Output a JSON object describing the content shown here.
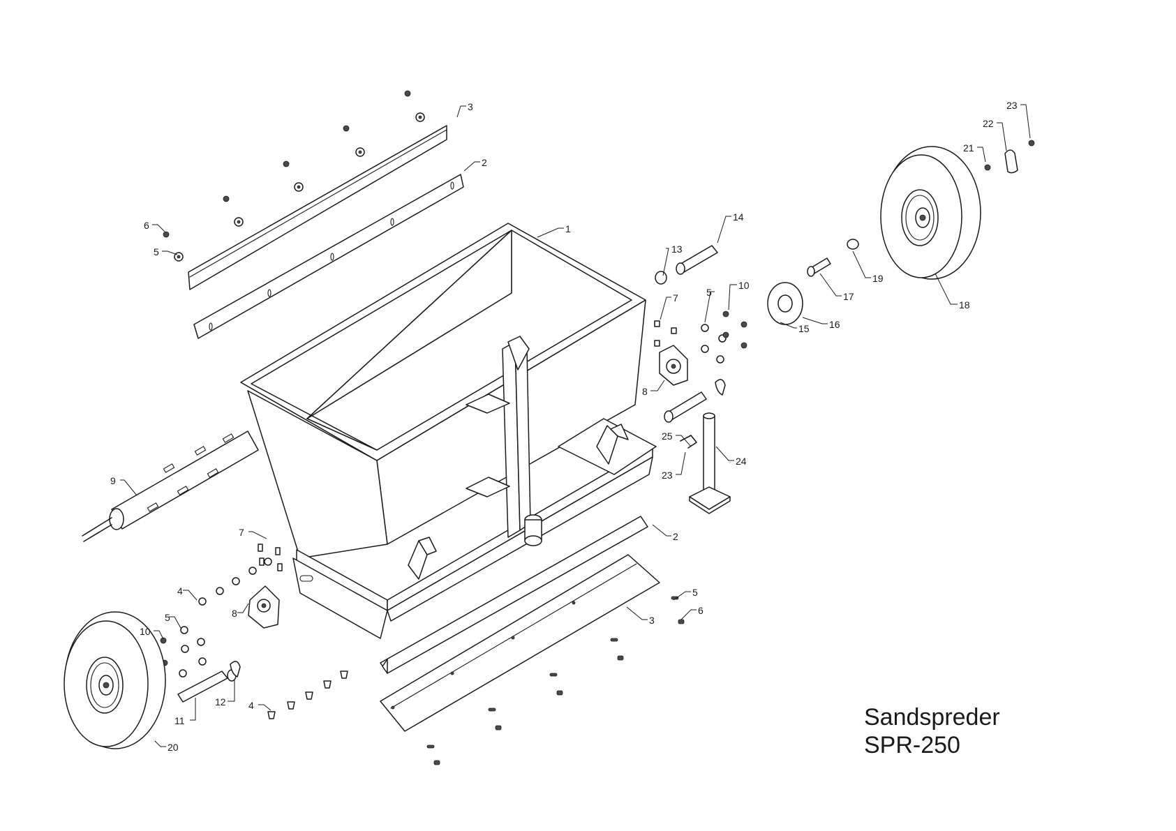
{
  "title": {
    "line1": "Sandspreder",
    "line2": "SPR-250"
  },
  "callouts": [
    {
      "id": "c3a",
      "text": "3"
    },
    {
      "id": "c2a",
      "text": "2"
    },
    {
      "id": "c6a",
      "text": "6"
    },
    {
      "id": "c5a",
      "text": "5"
    },
    {
      "id": "c1",
      "text": "1"
    },
    {
      "id": "c13",
      "text": "13"
    },
    {
      "id": "c14",
      "text": "14"
    },
    {
      "id": "c7a",
      "text": "7"
    },
    {
      "id": "c5b",
      "text": "5"
    },
    {
      "id": "c10a",
      "text": "10"
    },
    {
      "id": "c8a",
      "text": "8"
    },
    {
      "id": "c15",
      "text": "15"
    },
    {
      "id": "c16",
      "text": "16"
    },
    {
      "id": "c17",
      "text": "17"
    },
    {
      "id": "c19",
      "text": "19"
    },
    {
      "id": "c18",
      "text": "18"
    },
    {
      "id": "c21",
      "text": "21"
    },
    {
      "id": "c22",
      "text": "22"
    },
    {
      "id": "c23a",
      "text": "23"
    },
    {
      "id": "c25",
      "text": "25"
    },
    {
      "id": "c23b",
      "text": "23"
    },
    {
      "id": "c24",
      "text": "24"
    },
    {
      "id": "c9",
      "text": "9"
    },
    {
      "id": "c7b",
      "text": "7"
    },
    {
      "id": "c2b",
      "text": "2"
    },
    {
      "id": "c4a",
      "text": "4"
    },
    {
      "id": "c8b",
      "text": "8"
    },
    {
      "id": "c5c",
      "text": "5"
    },
    {
      "id": "c10b",
      "text": "10"
    },
    {
      "id": "c3b",
      "text": "3"
    },
    {
      "id": "c5d",
      "text": "5"
    },
    {
      "id": "c6b",
      "text": "6"
    },
    {
      "id": "c12",
      "text": "12"
    },
    {
      "id": "c4b",
      "text": "4"
    },
    {
      "id": "c11",
      "text": "11"
    },
    {
      "id": "c20",
      "text": "20"
    }
  ]
}
